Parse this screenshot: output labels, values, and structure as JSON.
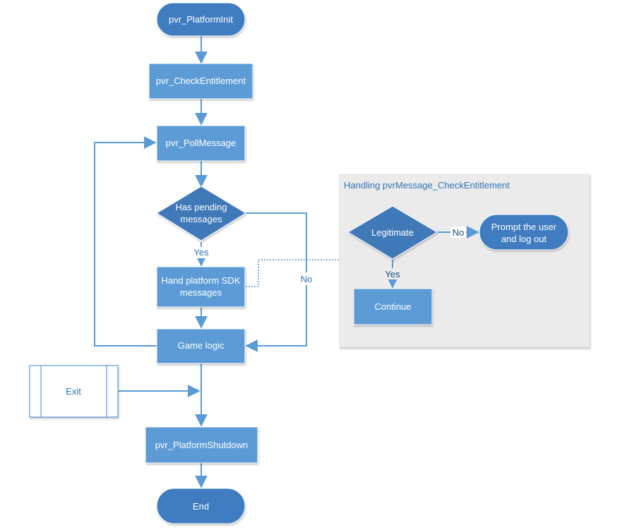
{
  "nodes": {
    "platform_init": "pvr_PlatformInit",
    "check_entitlement": "pvr_CheckEntitlement",
    "poll_message": "pvr_PollMessage",
    "has_pending_line1": "Has pending",
    "has_pending_line2": "messages",
    "hand_sdk_line1": "Hand platform SDK",
    "hand_sdk_line2": "messages",
    "game_logic": "Game logic",
    "exit": "Exit",
    "platform_shutdown": "pvr_PlatformShutdown",
    "end": "End",
    "legitimate": "Legitimate",
    "prompt_line1": "Prompt the user",
    "prompt_line2": "and log out",
    "continue": "Continue"
  },
  "group": {
    "title": "Handling pvrMessage_CheckEntitlement"
  },
  "edge_labels": {
    "pending_yes": "Yes",
    "pending_no": "No",
    "legit_no": "No",
    "legit_yes": "Yes"
  },
  "colors": {
    "node_fill": "#5b9bd5",
    "node_stroke": "#ffffff",
    "terminal_fill": "#3f7dc0",
    "decision_fill": "#4179b8",
    "connector": "#5b9bd5",
    "group_bg": "#ebebeb",
    "group_title": "#2e75b6"
  }
}
